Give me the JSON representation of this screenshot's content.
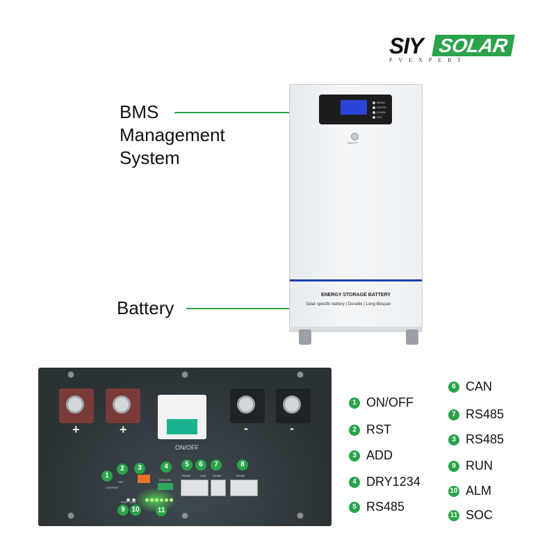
{
  "logo": {
    "brand_dark": "SIY",
    "brand_green": "SOLAR",
    "tagline": "PVEXPERT",
    "accent": "#2aa34a"
  },
  "callouts": [
    {
      "label": "BMS\nManagement\nSystem"
    },
    {
      "label": "Battery"
    }
  ],
  "cabinet": {
    "panel_buttons": [
      "MENU",
      "ENTER",
      "DOWN",
      "ESC"
    ],
    "power_label": "ON/OFF",
    "product_title": "ENERGY STORAGE BATTERY",
    "product_features": "Solar specific battery  |  Durable  |  Long lifespan",
    "stripe_color": "#1d3fb0",
    "lcd_color": "#2d44d8"
  },
  "front_panel": {
    "terminal_signs": [
      "+",
      "+",
      "-",
      "-"
    ],
    "breaker_label": "ON/OFF",
    "small_labels": {
      "rst": "RST",
      "ledstat": "LED/STAT",
      "add": "ADD",
      "dry": "DRY1234",
      "rs485a": "RS485",
      "can": "CAN",
      "rs485b": "RS485",
      "rs485c": "RS485",
      "run": "RUN",
      "alm": "ALM"
    },
    "callout_numbers": [
      "1",
      "2",
      "3",
      "4",
      "5",
      "6",
      "7",
      "8",
      "9",
      "10",
      "11"
    ]
  },
  "legend": {
    "left": [
      {
        "num": "1",
        "label": "ON/OFF"
      },
      {
        "num": "2",
        "label": "RST"
      },
      {
        "num": "3",
        "label": "ADD"
      },
      {
        "num": "4",
        "label": "DRY1234"
      },
      {
        "num": "5",
        "label": "RS485"
      }
    ],
    "right": [
      {
        "num": "6",
        "label": "CAN"
      },
      {
        "num": "7",
        "label": "RS485"
      },
      {
        "num": "3",
        "label": "RS485"
      },
      {
        "num": "9",
        "label": "RUN"
      },
      {
        "num": "10",
        "label": "ALM"
      },
      {
        "num": "11",
        "label": "SOC"
      }
    ]
  }
}
